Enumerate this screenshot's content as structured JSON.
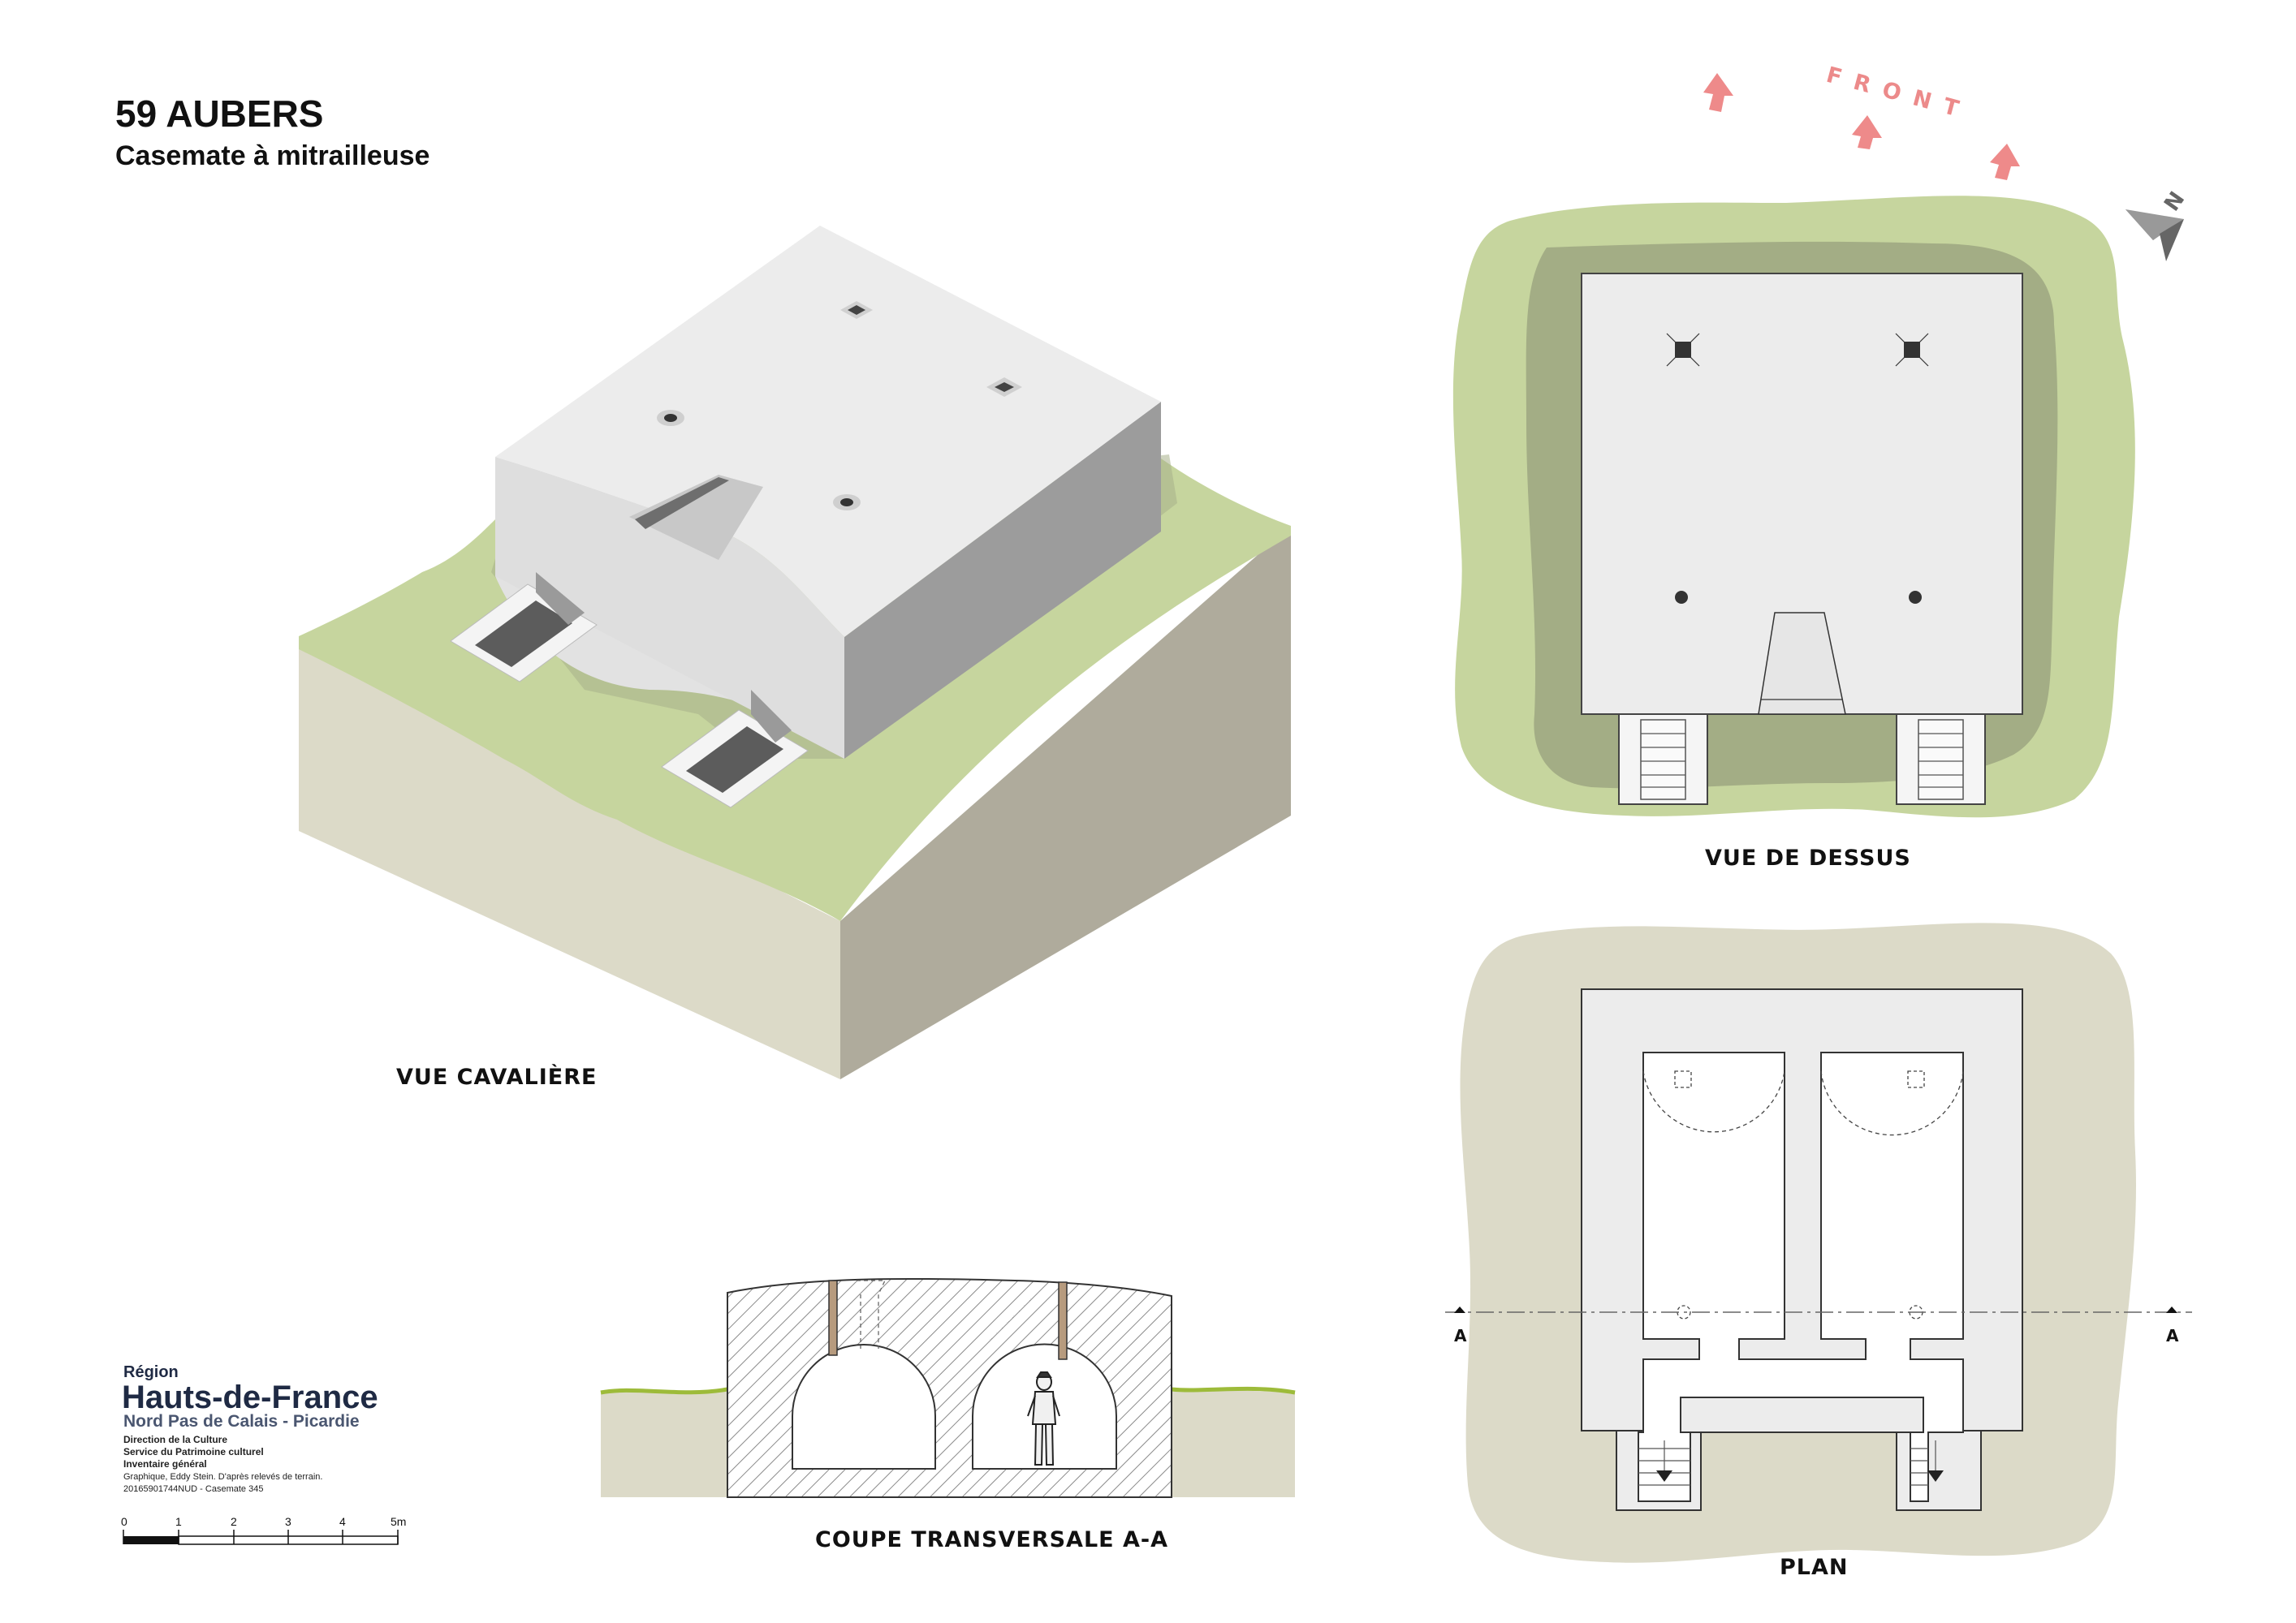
{
  "header": {
    "title": "59 AUBERS",
    "subtitle": "Casemate à mitrailleuse"
  },
  "views": {
    "cavaliere_label": "VUE CAVALIÈRE",
    "dessus_label": "VUE DE DESSUS",
    "coupe_label": "COUPE TRANSVERSALE A-A",
    "plan_label": "PLAN"
  },
  "orientation": {
    "front_label": "FRONT",
    "north_label": "N"
  },
  "section_marks": {
    "left": "A",
    "right": "A"
  },
  "credits": {
    "region_label": "Région",
    "region_name": "Hauts-de-France",
    "region_sub": "Nord Pas de Calais - Picardie",
    "line1": "Direction de la Culture",
    "line2": "Service du Patrimoine culturel",
    "line3": "Inventaire général",
    "line4": "Graphique, Eddy Stein. D'après relevés de terrain.",
    "line5": "20165901744NUD - Casemate 345"
  },
  "scale_bar": {
    "labels": [
      "0",
      "1",
      "2",
      "3",
      "4",
      "5m"
    ]
  },
  "colors": {
    "grass": "#c6d59e",
    "grass_dark": "#a3ad85",
    "soil_light": "#dcdac8",
    "soil_dark": "#afab9c",
    "concrete_top": "#ececec",
    "concrete_side": "#9c9c9c",
    "front_arrow": "#ee8a8a"
  }
}
